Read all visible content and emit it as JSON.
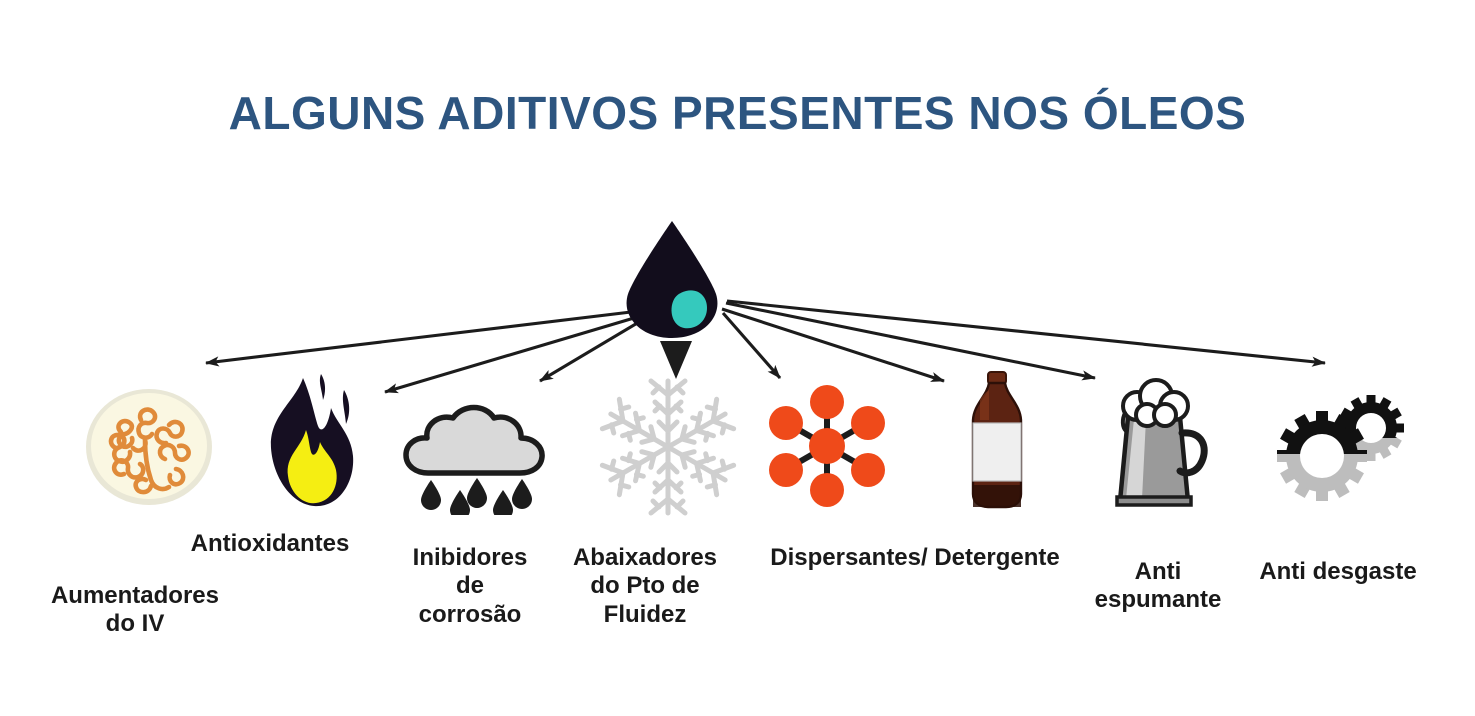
{
  "diagram": {
    "title": "ALGUNS ADITIVOS PRESENTES NOS ÓLEOS",
    "title_color": "#2d5580",
    "background_color": "#ffffff",
    "source_node": {
      "name": "oil-drop",
      "icon": "oil-drop-icon",
      "body_color": "#120d1c",
      "highlight_color": "#35c9bd"
    },
    "arrow_color": "#1c1c1c",
    "additives": [
      {
        "id": "viscosity-index-improver",
        "label": "Aumentadores\ndo IV",
        "icon": "polymer-coil-circle-icon",
        "icon_colors": {
          "disc": "#f7f4dc",
          "squiggle": "#e08b3a",
          "rim": "#e8e6d4"
        }
      },
      {
        "id": "antioxidant",
        "label": "Antioxidantes",
        "icon": "flame-icon",
        "icon_colors": {
          "outer": "#120d1c",
          "inner": "#f5ee12"
        }
      },
      {
        "id": "corrosion-inhibitor",
        "label": "Inibidores\nde\ncorrosão",
        "icon": "rain-cloud-icon",
        "icon_colors": {
          "cloud": "#d9d9d9",
          "outline": "#1c1c1c",
          "drops": "#1c1c1c"
        }
      },
      {
        "id": "pour-point-depressant",
        "label": "Abaixadores\ndo Pto de\nFluidez",
        "icon": "snowflake-icon",
        "icon_colors": {
          "flake": "#cfcfcf"
        }
      },
      {
        "id": "dispersant-detergent",
        "label": "Dispersantes/ Detergente",
        "icon": "molecule-icon",
        "icon_colors": {
          "nodes": "#ef4a1a",
          "bonds": "#1c1c1c"
        }
      },
      {
        "id": "detergent-bottle",
        "label": "",
        "icon": "amber-bottle-icon",
        "icon_colors": {
          "glass": "#4a1d10",
          "liquid": "#6b2a14",
          "label": "#efefef"
        }
      },
      {
        "id": "anti-foam",
        "label": "Anti\nespumante",
        "icon": "foam-mug-icon",
        "icon_colors": {
          "mug": "#9a9a9a",
          "foam": "#ffffff",
          "outline": "#1c1c1c"
        }
      },
      {
        "id": "anti-wear",
        "label": "Anti desgaste",
        "icon": "gears-icon",
        "icon_colors": {
          "dark": "#111111",
          "faded": "#bdbdbd"
        }
      }
    ]
  }
}
